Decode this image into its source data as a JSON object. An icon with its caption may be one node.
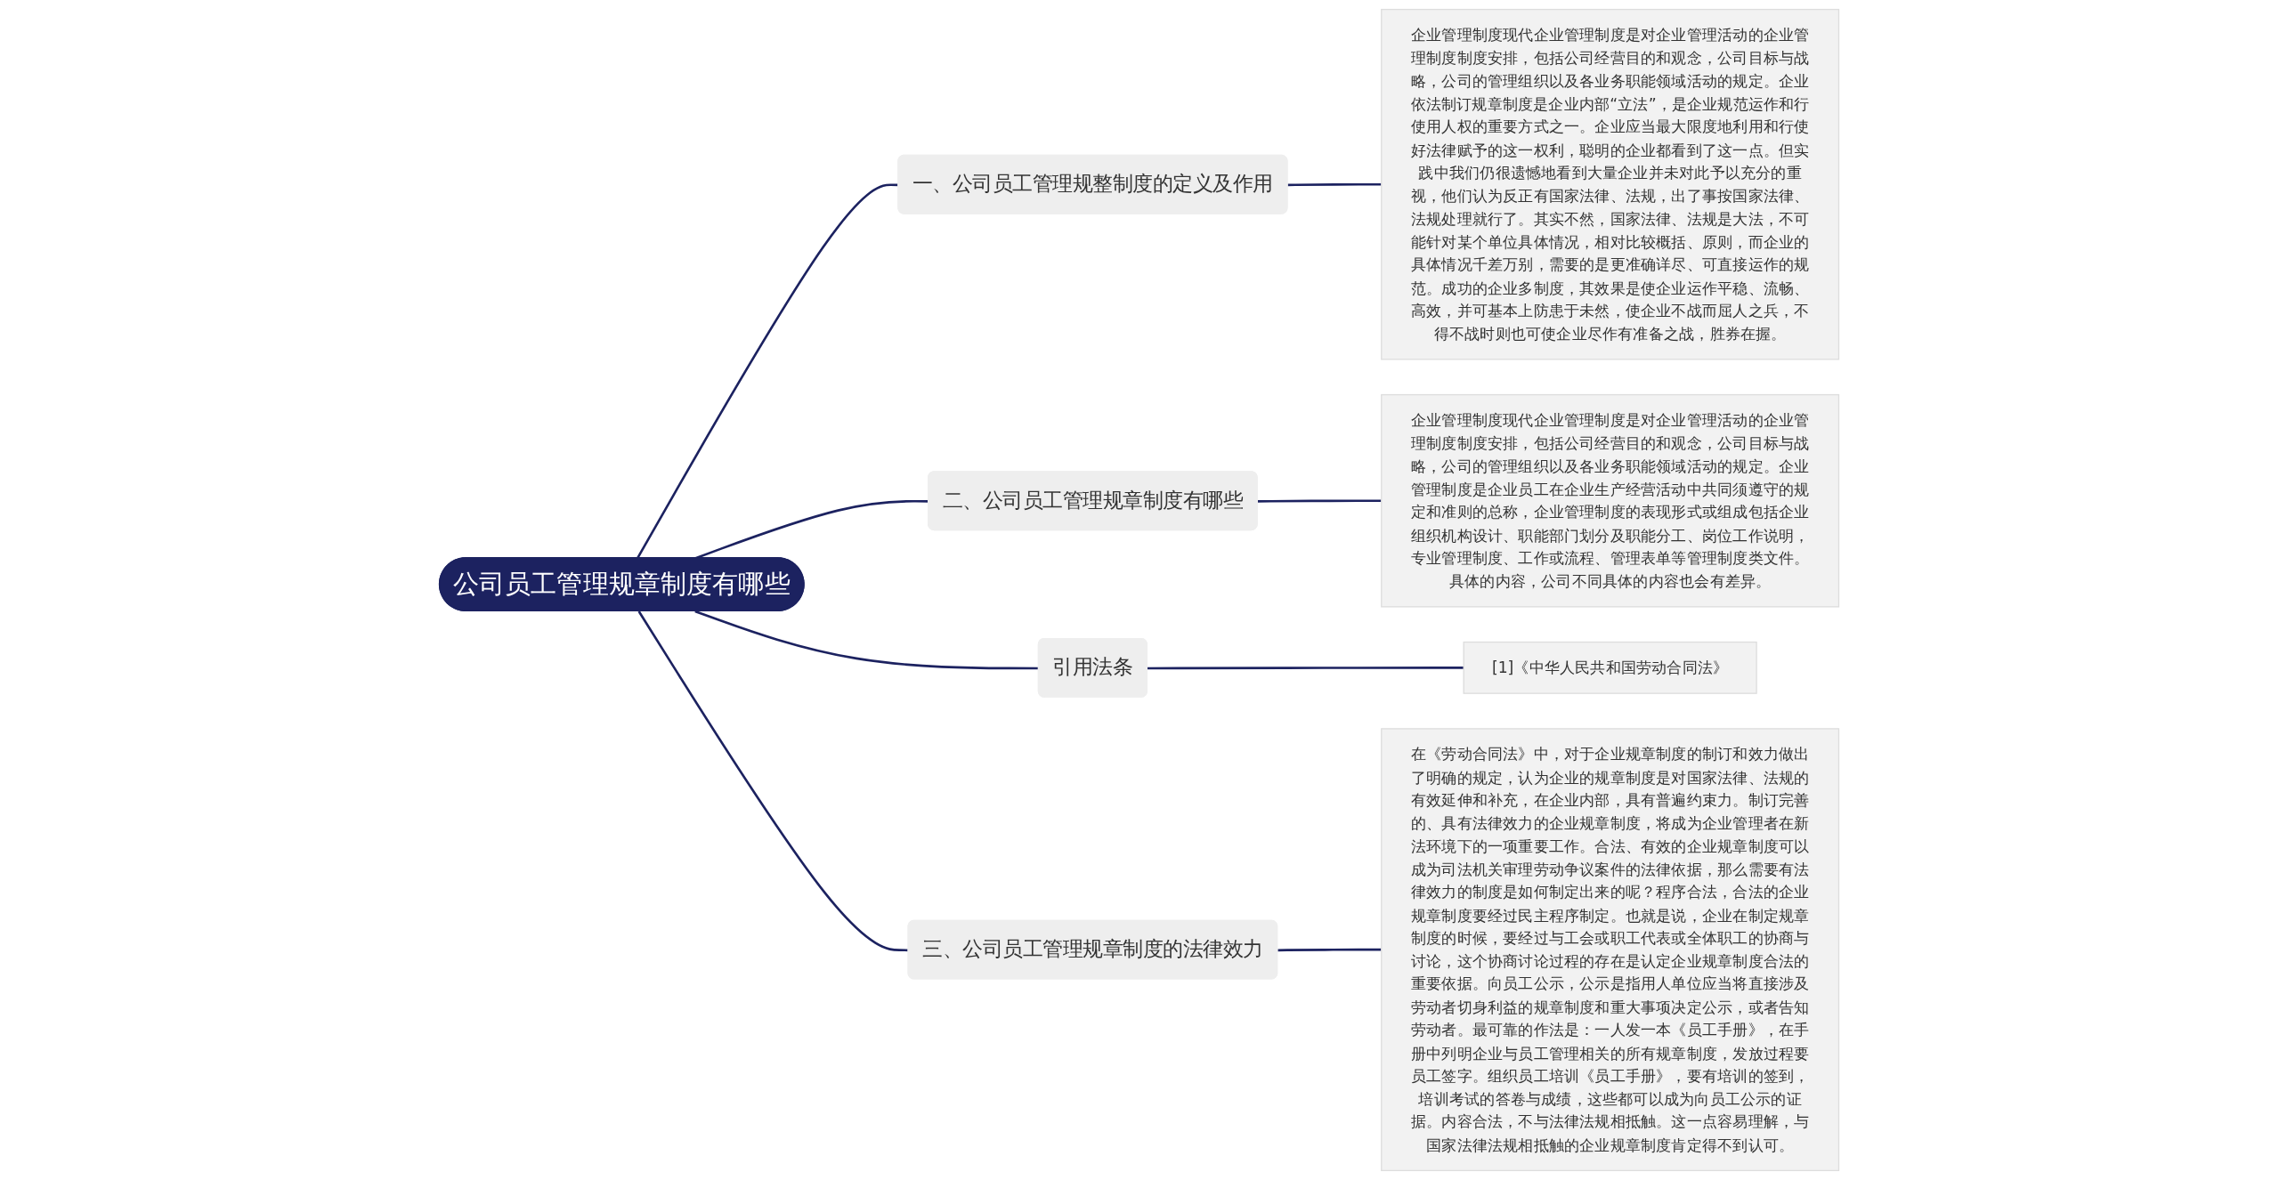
{
  "diagram": {
    "nodes": [
      {
        "text": [
          "公司员工管理规章制度有哪些"
        ]
      },
      {
        "text": [
          "一、公司员工管理规整制度的定义及作用"
        ]
      },
      {
        "text": [
          "企业管理制度现代企业管理制度是对企业管理活动的企业管理制度制度安排，包括公司经营目的和观念，公司目标与战略，公司的管理组织以及各业务职能领域活动的规定。企业依法制订规章制度是企业内部“立法”，是企业规范运作和行使用人权的重要方式之一。企业应当最大限度地利用和行使好法律赋予的这一权利，聪明的企业都看到了这一点。但实践中我们仍很遗憾地看到大量企业并未对此予以充分的重视，他们认为反正有国家法律、法规，出了事按国家法律、法规处理就行了。其实不然，国家法律、法规是大法，不可能针对某个单位具体情况，相对比较概括、原则，而企业的具体情况千差万别，需要的是更准确详尽、可直接运作的规范。成功的企业多制度，其效果是使企业运作平稳、流畅、高效，并可基本上防患于未然，使企业不战而屈人之兵，不得不战时则也可使企业尽作有准备之战，胜券在握。"
        ]
      },
      {
        "text": [
          "二、公司员工管理规章制度有哪些"
        ]
      },
      {
        "text": [
          "企业管理制度现代企业管理制度是对企业管理活动的企业管理制度制度安排，包括公司经营目的和观念，公司目标与战略，公司的管理组织以及各业务职能领域活动的规定。企业管理制度是企业员工在企业生产经营活动中共同须遵守的规定和准则的总称，企业管理制度的表现形式或组成包括企业组织机构设计、职能部门划分及职能分工、岗位工作说明，专业管理制度、工作或流程、管理表单等管理制度类文件。具体的内容，公司不同具体的内容也会有差异。"
        ]
      },
      {
        "text": [
          "引用法条"
        ]
      },
      {
        "text": [
          "[1]《中华人民共和国劳动合同法》"
        ]
      },
      {
        "text": [
          "三、公司员工管理规章制度的法律效力"
        ]
      },
      {
        "text": [
          "在《劳动合同法》中，对于企业规章制度的制订和效力做出了明确的规定，认为企业的规章制度是对国家法律、法规的有效延伸和补充，在企业内部，具有普遍约束力。制订完善的、具有法律效力的企业规章制度，将成为企业管理者在新法环境下的一项重要工作。合法、有效的企业规章制度可以成为司法机关审理劳动争议案件的法律依据，那么需要有法律效力的制度是如何制定出来的呢？程序合法，合法的企业规章制度要经过民主程序制定。也就是说，企业在制定规章制度的时候，要经过与工会或职工代表或全体职工的协商与讨论，这个协商讨论过程的存在是认定企业规章制度合法的重要依据。向员工公示，公示是指用人单位应当将直接涉及劳动者切身利益的规章制度和重大事项决定公示，或者告知劳动者。最可靠的作法是：一人发一本《员工手册》，在手册中列明企业与员工管理相关的所有规章制度，发放过程要员工签字。组织员工培训《员工手册》，要有培训的签到，培训考试的答卷与成绩，这些都可以成为向员工公示的证据。内容合法，不与法律法规相抵触。这一点容易理解，与国家法律法规相抵触的企业规章制度肯定得不到认可。"
        ]
      }
    ],
    "edges": [
      {
        "from": 0,
        "to": 1,
        "arrow": "none"
      },
      {
        "from": 1,
        "to": 2,
        "arrow": "none"
      },
      {
        "from": 0,
        "to": 3,
        "arrow": "none"
      },
      {
        "from": 3,
        "to": 4,
        "arrow": "none"
      },
      {
        "from": 0,
        "to": 5,
        "arrow": "none"
      },
      {
        "from": 5,
        "to": 6,
        "arrow": "none"
      },
      {
        "from": 0,
        "to": 7,
        "arrow": "none"
      },
      {
        "from": 7,
        "to": 8,
        "arrow": "none"
      }
    ]
  }
}
